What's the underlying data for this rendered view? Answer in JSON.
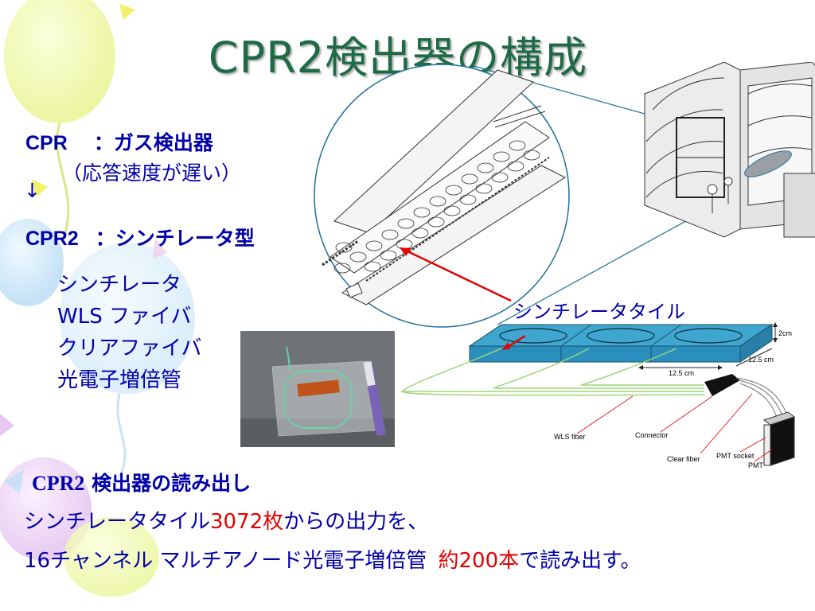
{
  "slide": {
    "title": "CPR2検出器の構成",
    "cpr_line": {
      "label": "CPR",
      "value": "：ガス検出器"
    },
    "response_note": "（応答速度が遅い）",
    "arrow": "↓",
    "cpr2_line": {
      "label": "CPR2",
      "value": "：シンチレータ型"
    },
    "components": [
      "シンチレータ",
      "WLS ファイバ",
      "クリアファイバ",
      "光電子増倍管"
    ],
    "tile_label": "シンチレータタイル",
    "diagram_labels": {
      "thickness": "2cm",
      "width_right": "12.5 cm",
      "width_bottom": "12.5 cm",
      "wls_fiber": "WLS fiber",
      "connector": "Connector",
      "clear_fiber": "Clear fiber",
      "pmt_socket": "PMT socket",
      "pmt": "PMT"
    },
    "readout": {
      "heading_latin": "CPR2",
      "heading_jp": " 検出器の読み出し",
      "line1_pre": "シンチレータタイル",
      "line1_red": "3072枚",
      "line1_post": "からの出力を、",
      "line2_pre": "16チャンネル マルチアノード光電子増倍管 ",
      "line2_red": "約200本",
      "line2_post": "で読み出す。"
    }
  },
  "colors": {
    "title": "#1d6b45",
    "text": "#0000a8",
    "accent_red": "#e60000",
    "tile_blue": "#3fa6cf"
  }
}
